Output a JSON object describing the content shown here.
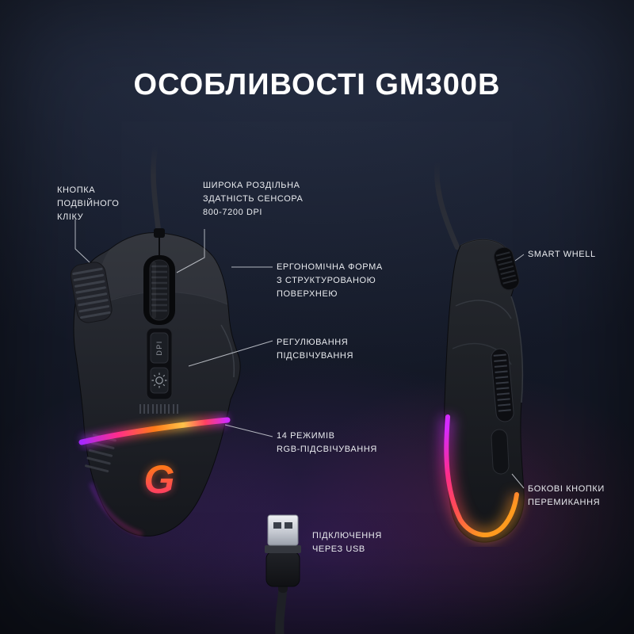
{
  "title": "ОСОБЛИВОСТІ GM300B",
  "callouts": {
    "double_click": "КНОПКА\nПОДВІЙНОГО\nКЛІКУ",
    "sensor_dpi": "ШИРОКА РОЗДІЛЬНА\nЗДАТНІСТЬ СЕНСОРА\n800-7200 DPI",
    "ergonomic": "ЕРГОНОМІЧНА ФОРМА\nЗ СТРУКТУРОВАНОЮ\nПОВЕРХНЕЮ",
    "backlight": "РЕГУЛЮВАННЯ\nПІДСВІЧУВАННЯ",
    "rgb_modes": "14 РЕЖИМІВ\nRGB-ПІДСВІЧУВАННЯ",
    "smart_wheel": "SMART WHELL",
    "side_buttons": "БОКОВІ КНОПКИ\nПЕРЕМИКАННЯ",
    "usb": "ПІДКЛЮЧЕННЯ\nЧЕРЕЗ USB"
  },
  "mouse": {
    "model": "GM300B",
    "dpi_button_label": "DPI",
    "logo_letter": "G"
  },
  "colors": {
    "background": "#131827",
    "text": "#e9ebef",
    "rgb_gradient": [
      "#a428ff",
      "#ff2d8a",
      "#ff7a18",
      "#ffc24a",
      "#d12bff"
    ]
  }
}
